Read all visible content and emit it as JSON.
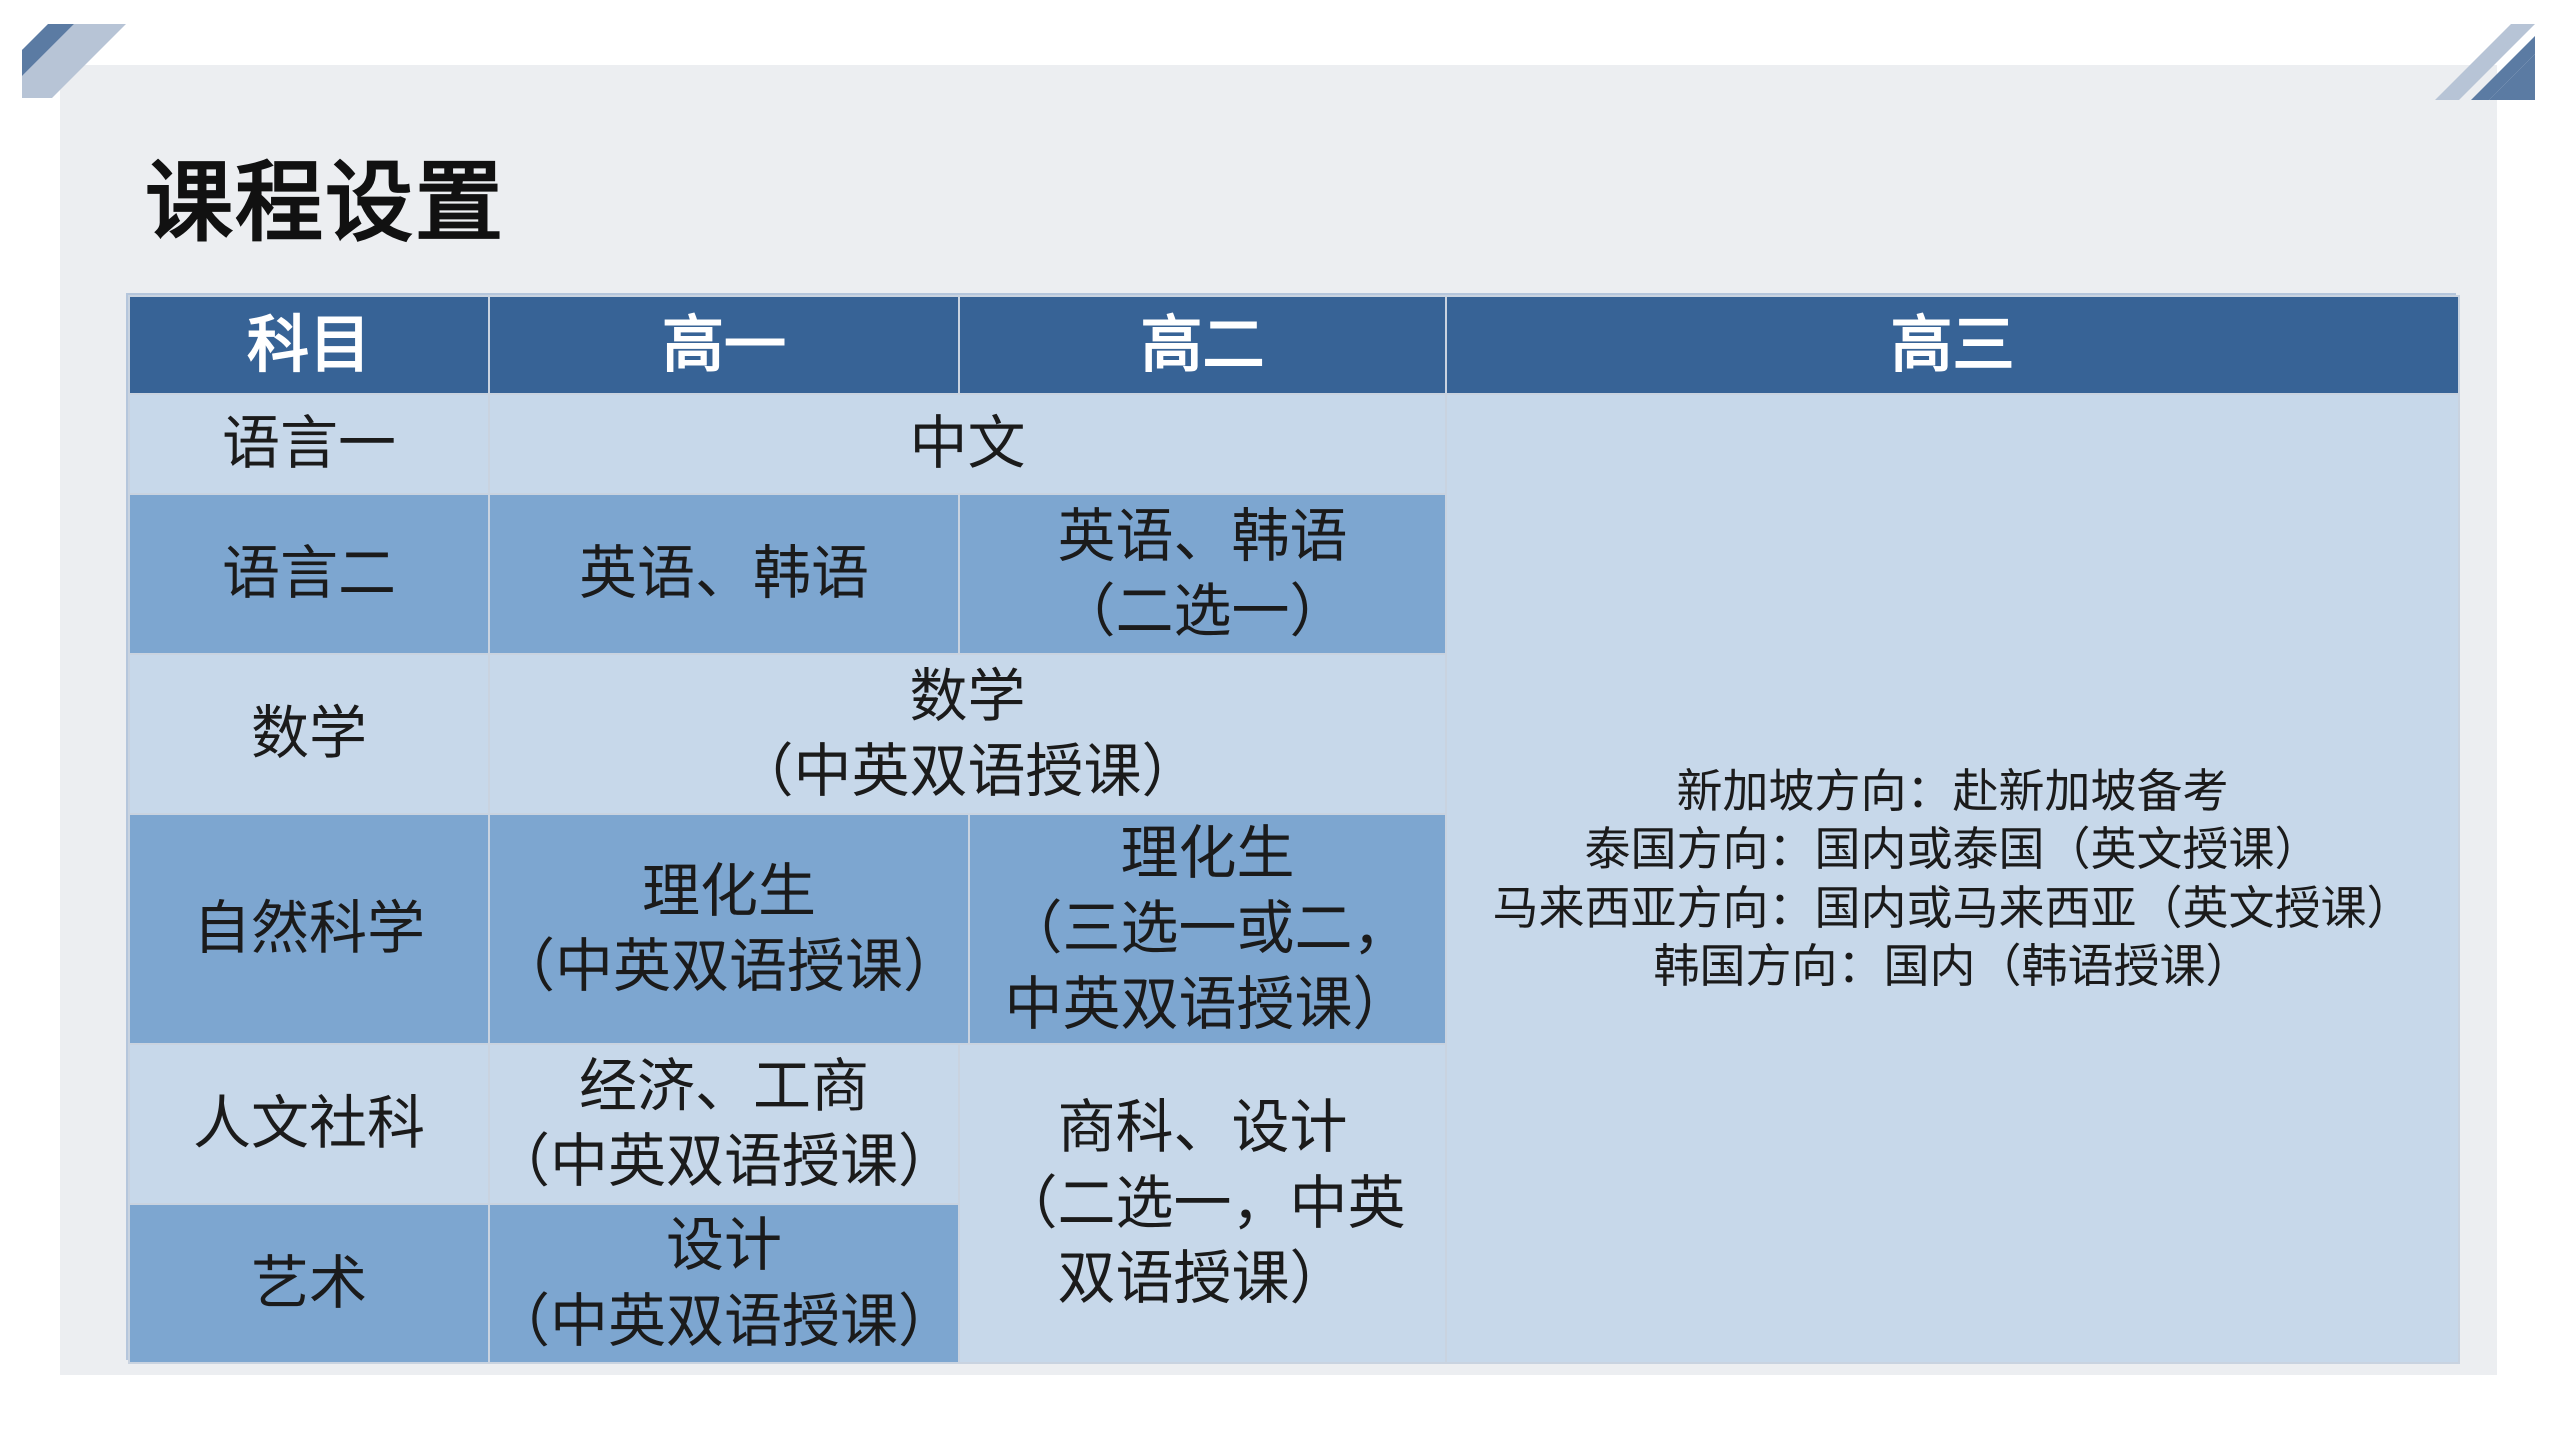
{
  "title": "课程设置",
  "colors": {
    "header": "#376396",
    "row_light": "#c7d8ea",
    "row_dark": "#7da6d0",
    "slide_bg": "#eceef1",
    "corner_dark": "#5b7ba3",
    "corner_light": "#b7c4d6"
  },
  "table": {
    "headers": [
      "科目",
      "高一",
      "高二",
      "高三"
    ],
    "rows": [
      {
        "subject": "语言一",
        "g1_g2": "中文"
      },
      {
        "subject": "语言二",
        "g1": "英语、韩语",
        "g2": "英语、韩语\n（二选一）"
      },
      {
        "subject": "数学",
        "g1_g2": "数学\n（中英双语授课）"
      },
      {
        "subject": "自然科学",
        "g1": "理化生\n（中英双语授课）",
        "g2": "理化生\n（三选一或二，\n中英双语授课）"
      },
      {
        "subject": "人文社科",
        "g1": "经济、工商\n（中英双语授课）"
      },
      {
        "subject": "艺术",
        "g1": "设计\n（中英双语授课）"
      }
    ],
    "g2_humanities_art": "商科、设计\n（二选一，中英\n双语授课）",
    "g3": "新加坡方向：赴新加坡备考\n泰国方向：国内或泰国（英文授课）\n马来西亚方向：国内或马来西亚（英文授课）\n韩国方向：国内（韩语授课）"
  }
}
